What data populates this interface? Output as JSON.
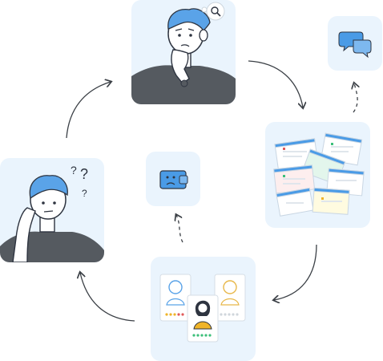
{
  "diagram": {
    "type": "cycle",
    "colors": {
      "card_bg": "#eaf4fd",
      "hair_blue": "#5aa3e8",
      "icon_blue": "#4a9be6",
      "shirt_dark": "#555a60",
      "skin": "#ffffff",
      "outline": "#2e3440",
      "arrow": "#3a3f45"
    },
    "nodes": [
      {
        "id": "thinking-person",
        "icon": "person-thinking-with-search-bubble"
      },
      {
        "id": "documents",
        "icon": "scattered-documents"
      },
      {
        "id": "profiles",
        "icon": "candidate-profile-cards"
      },
      {
        "id": "confused-person",
        "icon": "person-confused-with-question-marks"
      }
    ],
    "side_nodes": [
      {
        "id": "chat",
        "icon": "chat-bubbles-icon"
      },
      {
        "id": "wallet",
        "icon": "sad-wallet-icon"
      }
    ],
    "glyphs": {
      "question": "?"
    }
  }
}
